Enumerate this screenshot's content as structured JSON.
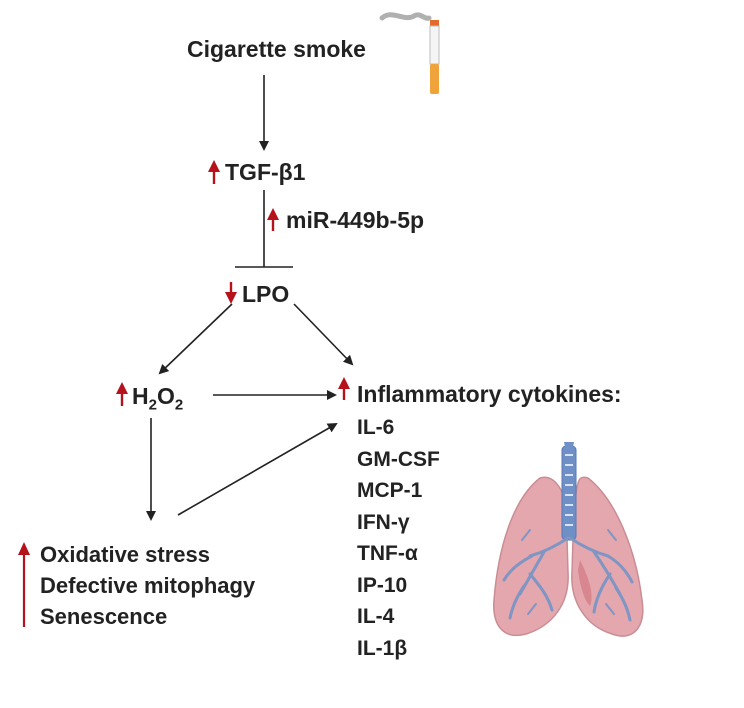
{
  "nodes": {
    "smoke": "Cigarette smoke",
    "tgf": "TGF-β1",
    "mirna": "miR-449b-5p",
    "lpo": "LPO",
    "h2o2": {
      "h": "H",
      "sub1": "2",
      "o": "O",
      "sub2": "2"
    }
  },
  "inflammation": {
    "title": "Inflammatory cytokines:",
    "items": [
      "IL-6",
      "GM-CSF",
      "MCP-1",
      "IFN-γ",
      "TNF-α",
      "IP-10",
      "IL-4",
      "IL-1β"
    ]
  },
  "outcomes": [
    "Oxidative stress",
    "Defective mitophagy",
    "Senescence"
  ],
  "icons": {
    "cigarette": "cigarette-icon",
    "lungs": "lungs-icon",
    "up": "up-arrow-icon",
    "down": "down-arrow-icon"
  },
  "colors": {
    "text": "#222222",
    "regulation": "#b5121b",
    "arrow": "#222222",
    "lung_tissue": "#e3a7ad",
    "trachea": "#6f8fc7"
  }
}
